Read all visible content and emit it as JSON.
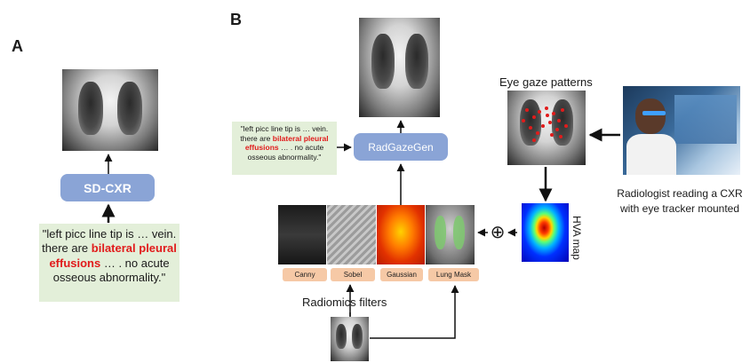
{
  "panel_a": {
    "letter": "A",
    "model_label": "SD-CXR",
    "prompt": {
      "before": "\"left picc line tip is … vein. there are ",
      "highlight": "bilateral pleural effusions",
      "after": " … . no acute osseous abnormality.\""
    }
  },
  "panel_b": {
    "letter": "B",
    "model_label": "RadGazeGen",
    "prompt": {
      "before": "\"left picc line tip is … vein. there are ",
      "highlight": "bilateral pleural effusions",
      "after": " … . no acute osseous abnormality.\""
    },
    "filters": [
      "Canny",
      "Sobel",
      "Gaussian",
      "Lung Mask"
    ],
    "radiomics_label": "Radiomics filters",
    "eye_gaze_label": "Eye gaze patterns",
    "hva_label": "HVA map",
    "radiologist_caption_line1": "Radiologist reading a CXR",
    "radiologist_caption_line2": "with eye tracker mounted",
    "combine_symbol": "⊕"
  },
  "colors": {
    "model_box": "#8aa4d6",
    "prompt_bg": "#e3efd9",
    "highlight": "#e11b1b",
    "filter_chip": "#f6c9a6"
  }
}
